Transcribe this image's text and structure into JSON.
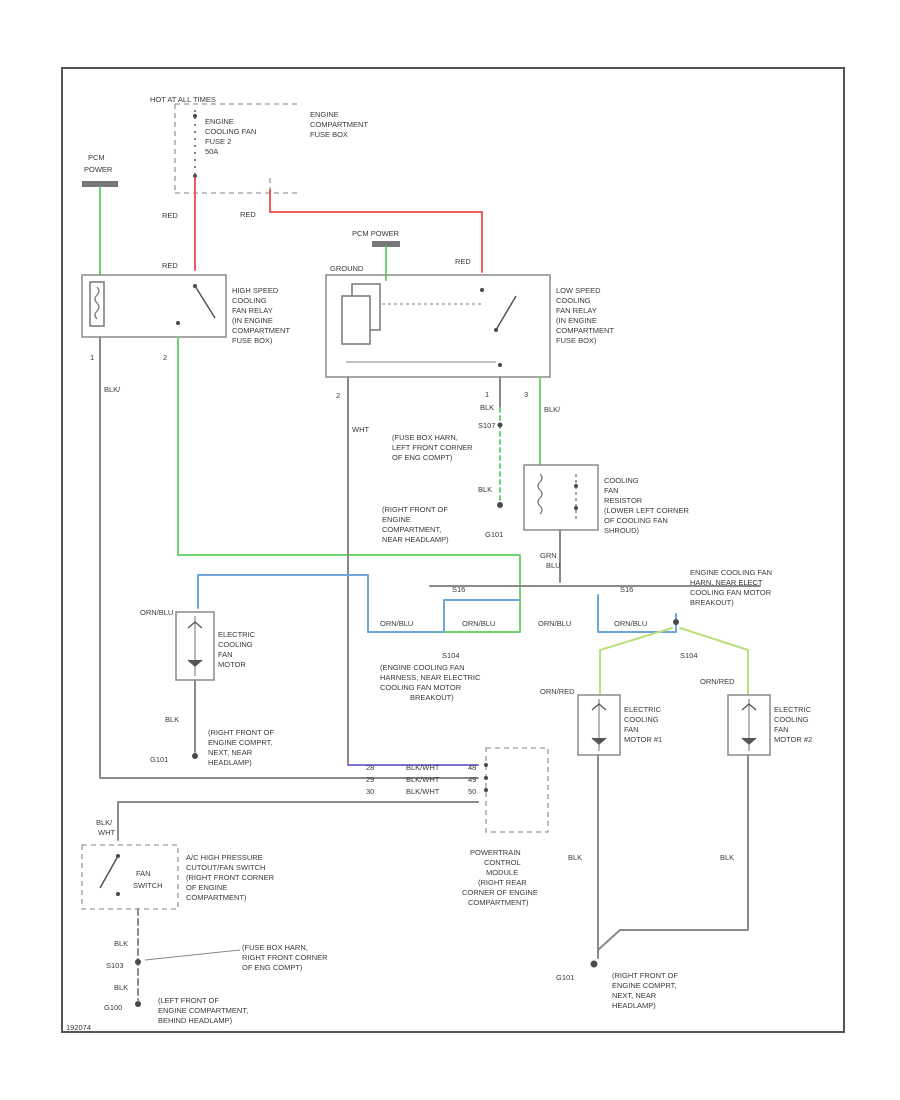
{
  "labels": {
    "hot_at_all_times": "HOT AT ALL TIMES",
    "fuse_box_1": "ENGINE",
    "fuse_box_2": "COMPARTMENT",
    "fuse_box_3": "FUSE BOX",
    "fuse2_1": "ENGINE",
    "fuse2_2": "COOLING FAN",
    "fuse2_3": "FUSE 2",
    "fuse2_4": "50A",
    "pcm_power_1": "PCM",
    "pcm_power_2": "POWER",
    "pcm_power_b": "PCM POWER",
    "red_1": "RED",
    "red_2": "RED",
    "red_3": "RED",
    "red_4": "RED",
    "ground_label": "GROUND",
    "hs_relay_1": "HIGH SPEED",
    "hs_relay_2": "COOLING",
    "hs_relay_3": "FAN RELAY",
    "hs_relay_4": "(IN ENGINE",
    "hs_relay_5": "COMPARTMENT",
    "hs_relay_6": "FUSE BOX)",
    "ls_relay_1": "LOW SPEED",
    "ls_relay_2": "COOLING",
    "ls_relay_3": "FAN RELAY",
    "ls_relay_4": "(IN ENGINE",
    "ls_relay_5": "COMPARTMENT",
    "ls_relay_6": "FUSE BOX)",
    "pin_1": "1",
    "pin_2": "2",
    "pin_3": "2",
    "pin_4": "1",
    "pin_5": "3",
    "blk_1": "BLK",
    "blk_2": "BLK",
    "blk_3": "BLK",
    "blk_4": "BLK",
    "blk_5": "BLK",
    "blk_6": "BLK",
    "blk_7": "BLK",
    "s107": "S107",
    "s107_1": "(FUSE BOX HARN,",
    "s107_2": "LEFT FRONT CORNER",
    "s107_3": "OF ENG COMPT)",
    "g101_a_1": "(RIGHT FRONT OF",
    "g101_a_2": "ENGINE",
    "g101_a_3": "COMPARTMENT,",
    "g101_a_4": "NEAR HEADLAMP)",
    "g101_a": "G101",
    "diode_1": "COOLING",
    "diode_2": "FAN",
    "diode_3": "RESISTOR",
    "diode_4": "(LOWER LEFT CORNER",
    "diode_5": "OF COOLING FAN",
    "diode_6": "SHROUD)",
    "grn_1": "GRN",
    "grn_2": "BLU",
    "s16_a": "S16",
    "s16_b": "S16",
    "harness_1": "ENGINE COOLING FAN",
    "harness_2": "HARN, NEAR ELECT",
    "harness_3": "COOLING FAN MOTOR",
    "harness_4": "BREAKOUT)",
    "orn_blu_1": "ORN/BLU",
    "orn_blu_2": "ORN/BLU",
    "orn_blu_3": "ORN/BLU",
    "orn_blu_4": "ORN/BLU",
    "orn_blu_5": "ORN/BLU",
    "motor_1": "ELECTRIC",
    "motor_2": "COOLING",
    "motor_3": "FAN",
    "motor_4": "MOTOR",
    "s104_a": "S104",
    "s104_1": "(ENGINE COOLING FAN",
    "s104_2": "HARNESS, NEAR ELECTRIC",
    "s104_3": "COOLING FAN MOTOR",
    "s104_4": "BREAKOUT)",
    "s104_b": "S104",
    "orn_red_1": "ORN/RED",
    "orn_red_2": "ORN/RED",
    "m1_1": "ELECTRIC",
    "m1_2": "COOLING",
    "m1_3": "FAN",
    "m1_4": "MOTOR #1",
    "m2_1": "ELECTRIC",
    "m2_2": "COOLING",
    "m2_3": "FAN",
    "m2_4": "MOTOR #2",
    "g101_b_1": "(RIGHT FRONT OF",
    "g101_b_2": "ENGINE COMPRT,",
    "g101_b_3": "NEXT, NEAR",
    "g101_b_4": "HEADLAMP)",
    "g101_b": "G101",
    "pin_a1": "28",
    "pin_a2": "29",
    "pin_a3": "30",
    "wire_a1": "BLK/WHT",
    "wire_a2": "BLK/WHT",
    "wire_a3": "BLK/WHT",
    "pin_b1": "48",
    "pin_b2": "49",
    "pin_b3": "50",
    "pcm_1": "POWERTRAIN",
    "pcm_2": "CONTROL",
    "pcm_3": "MODULE",
    "pcm_4": "(RIGHT REAR",
    "pcm_5": "CORNER OF ENGINE",
    "pcm_6": "COMPARTMENT)",
    "blk_wht_1": "BLK/",
    "blk_wht_2": "WHT",
    "fan_sw_1": "FAN",
    "fan_sw_2": "SWITCH",
    "ac_1": "A/C HIGH PRESSURE",
    "ac_2": "CUTOUT/FAN SWITCH",
    "ac_3": "(RIGHT FRONT CORNER",
    "ac_4": "OF ENGINE",
    "ac_5": "COMPARTMENT)",
    "s103": "S103",
    "s103_1": "(FUSE BOX HARN,",
    "s103_2": "RIGHT FRONT CORNER",
    "s103_3": "OF ENG COMPT)",
    "g100": "G100",
    "g100_1": "(LEFT FRONT OF",
    "g100_2": "ENGINE COMPARTMENT,",
    "g100_3": "BEHIND HEADLAMP)",
    "g101_c": "G101",
    "g101_c_1": "(RIGHT FRONT OF",
    "g101_c_2": "ENGINE COMPRT,",
    "g101_c_3": "NEXT, NEAR",
    "g101_c_4": "HEADLAMP)",
    "footer": "192074"
  }
}
